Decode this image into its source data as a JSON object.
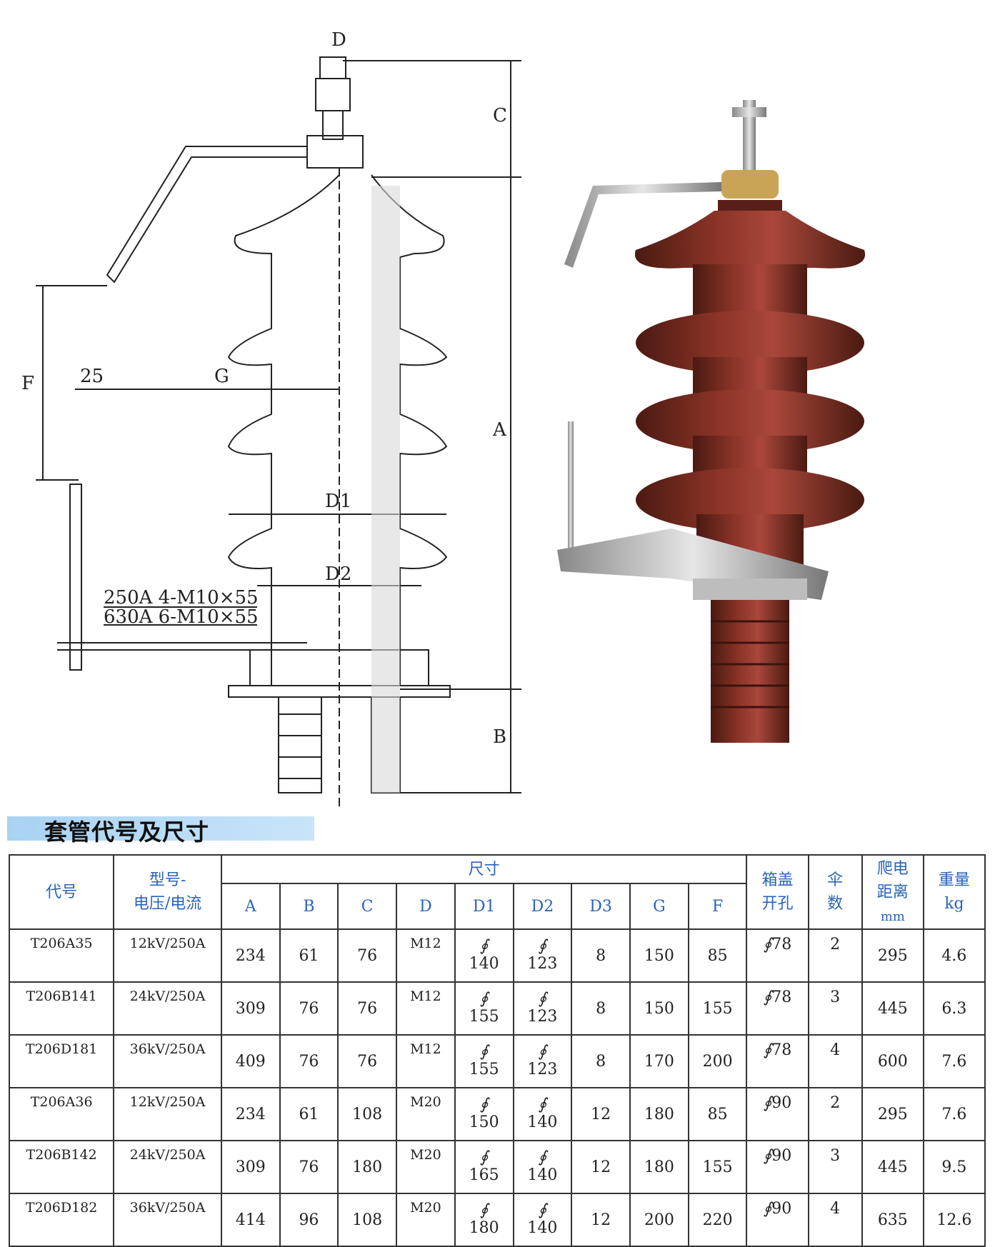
{
  "drawing": {
    "labels": {
      "D": "D",
      "C": "C",
      "A": "A",
      "B": "B",
      "F": "F",
      "G": "G",
      "D1": "D1",
      "D2": "D2",
      "n25": "25",
      "bolt250": "250A 4-M10×55",
      "bolt630": "630A 6-M10×55"
    }
  },
  "section": {
    "title": "套管代号及尺寸"
  },
  "table": {
    "headers": {
      "code": "代号",
      "model_line1": "型号-",
      "model_line2": "电压/电流",
      "size_group": "尺寸",
      "cols": [
        "A",
        "B",
        "C",
        "D",
        "D1",
        "D2",
        "D3",
        "G",
        "F"
      ],
      "box_line1": "箱盖",
      "box_line2": "开孔",
      "sheds_line1": "伞",
      "sheds_line2": "数",
      "creep_line1": "爬电",
      "creep_line2": "距离",
      "creep_line3": "mm",
      "weight_line1": "重量",
      "weight_line2": "kg"
    },
    "rows": [
      {
        "code": "T206A35",
        "model": "12kV/250A",
        "A": "234",
        "B": "61",
        "C": "76",
        "D": "M12",
        "D1": "140",
        "D2": "123",
        "D3": "8",
        "G": "150",
        "F": "85",
        "box": "78",
        "sheds": "2",
        "creep": "295",
        "weight": "4.6"
      },
      {
        "code": "T206B141",
        "model": "24kV/250A",
        "A": "309",
        "B": "76",
        "C": "76",
        "D": "M12",
        "D1": "155",
        "D2": "123",
        "D3": "8",
        "G": "150",
        "F": "155",
        "box": "78",
        "sheds": "3",
        "creep": "445",
        "weight": "6.3"
      },
      {
        "code": "T206D181",
        "model": "36kV/250A",
        "A": "409",
        "B": "76",
        "C": "76",
        "D": "M12",
        "D1": "155",
        "D2": "123",
        "D3": "8",
        "G": "170",
        "F": "200",
        "box": "78",
        "sheds": "4",
        "creep": "600",
        "weight": "7.6"
      },
      {
        "code": "T206A36",
        "model": "12kV/250A",
        "A": "234",
        "B": "61",
        "C": "108",
        "D": "M20",
        "D1": "150",
        "D2": "140",
        "D3": "12",
        "G": "180",
        "F": "85",
        "box": "90",
        "sheds": "2",
        "creep": "295",
        "weight": "7.6"
      },
      {
        "code": "T206B142",
        "model": "24kV/250A",
        "A": "309",
        "B": "76",
        "C": "180",
        "D": "M20",
        "D1": "165",
        "D2": "140",
        "D3": "12",
        "G": "180",
        "F": "155",
        "box": "90",
        "sheds": "3",
        "creep": "445",
        "weight": "9.5"
      },
      {
        "code": "T206D182",
        "model": "36kV/250A",
        "A": "414",
        "B": "96",
        "C": "108",
        "D": "M20",
        "D1": "180",
        "D2": "140",
        "D3": "12",
        "G": "200",
        "F": "220",
        "box": "90",
        "sheds": "4",
        "creep": "635",
        "weight": "12.6"
      }
    ],
    "phi_symbol": "∮"
  }
}
